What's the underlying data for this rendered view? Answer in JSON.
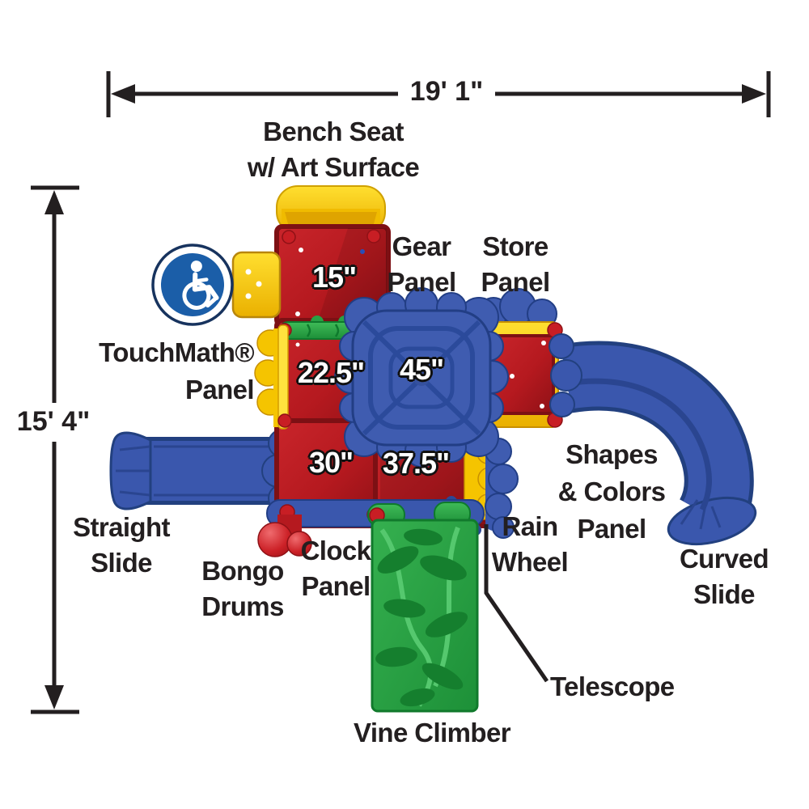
{
  "dimensions": {
    "width": "19' 1\"",
    "height": "15' 4\""
  },
  "measurements": {
    "deck_15": "15\"",
    "deck_22_5": "22.5\"",
    "web_45": "45\"",
    "deck_30": "30\"",
    "deck_37_5": "37.5\""
  },
  "labels": {
    "bench_seat": {
      "line1": "Bench Seat",
      "line2": "w/ Art Surface"
    },
    "gear_panel": {
      "line1": "Gear",
      "line2": "Panel"
    },
    "store_panel": {
      "line1": "Store",
      "line2": "Panel"
    },
    "touchmath_panel": {
      "line1": "TouchMath®",
      "line2": "Panel"
    },
    "straight_slide": {
      "line1": "Straight",
      "line2": "Slide"
    },
    "bongo_drums": {
      "line1": "Bongo",
      "line2": "Drums"
    },
    "clock_panel": {
      "line1": "Clock",
      "line2": "Panel"
    },
    "rain_wheel": {
      "line1": "Rain",
      "line2": "Wheel"
    },
    "shapes_colors_panel": {
      "line1": "Shapes",
      "line2": "& Colors",
      "line3": "Panel"
    },
    "curved_slide": {
      "line1": "Curved",
      "line2": "Slide"
    },
    "vine_climber": {
      "line1": "Vine Climber"
    },
    "telescope": {
      "line1": "Telescope"
    }
  },
  "icons": {
    "accessible": "wheelchair-accessible"
  },
  "colors": {
    "deck_red": "#b5191f",
    "deck_red_dark": "#7d1014",
    "trim_yellow": "#f7c800",
    "component_blue": "#3a57ad",
    "component_blue_dark": "#22407f",
    "climber_green": "#28a044",
    "accessible_blue": "#1b5ea8",
    "text": "#231f20"
  }
}
